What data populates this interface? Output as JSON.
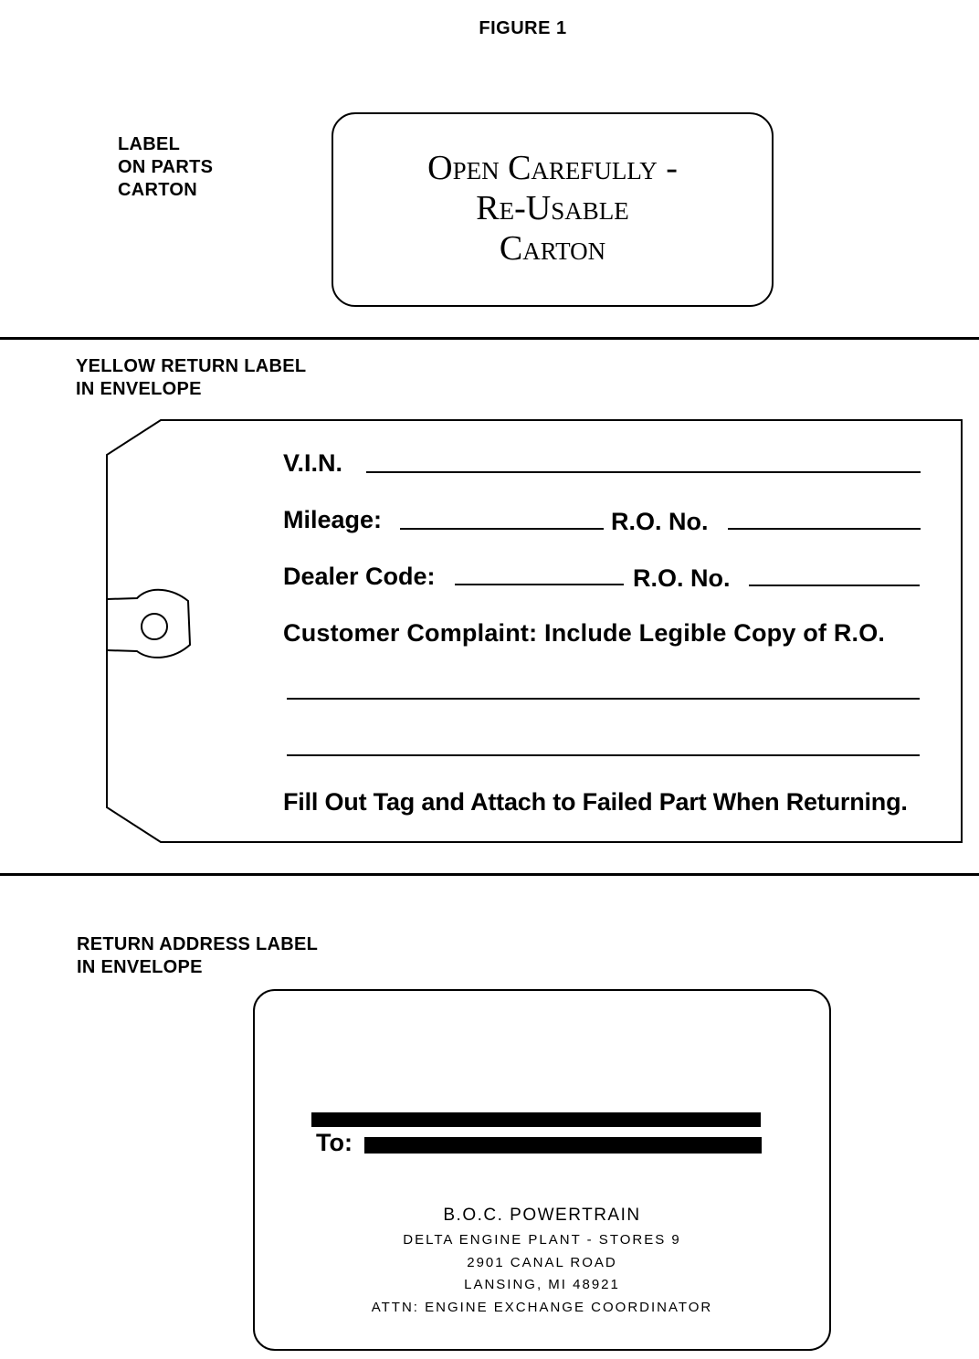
{
  "figure_title": "FIGURE 1",
  "parts_carton": {
    "section_label": "LABEL\nON PARTS\nCARTON",
    "text_lines": [
      "Open Carefully -",
      "Re-Usable",
      "Carton"
    ]
  },
  "return_tag": {
    "section_label": "YELLOW RETURN LABEL\nIN ENVELOPE",
    "vin_label": "V.I.N.",
    "mileage_label": "Mileage:",
    "ro_no_label_1": "R.O. No.",
    "dealer_code_label": "Dealer Code:",
    "ro_no_label_2": "R.O. No.",
    "complaint_label": "Customer Complaint: Include Legible Copy of R.O.",
    "footer_instruction": "Fill Out Tag and Attach to Failed Part When Returning."
  },
  "address_label": {
    "section_label": "RETURN ADDRESS LABEL\nIN ENVELOPE",
    "to_label": "To:",
    "address_lines": [
      "B.O.C. POWERTRAIN",
      "DELTA ENGINE PLANT - STORES 9",
      "2901 CANAL ROAD",
      "LANSING, MI 48921",
      "ATTN: ENGINE EXCHANGE COORDINATOR"
    ]
  }
}
